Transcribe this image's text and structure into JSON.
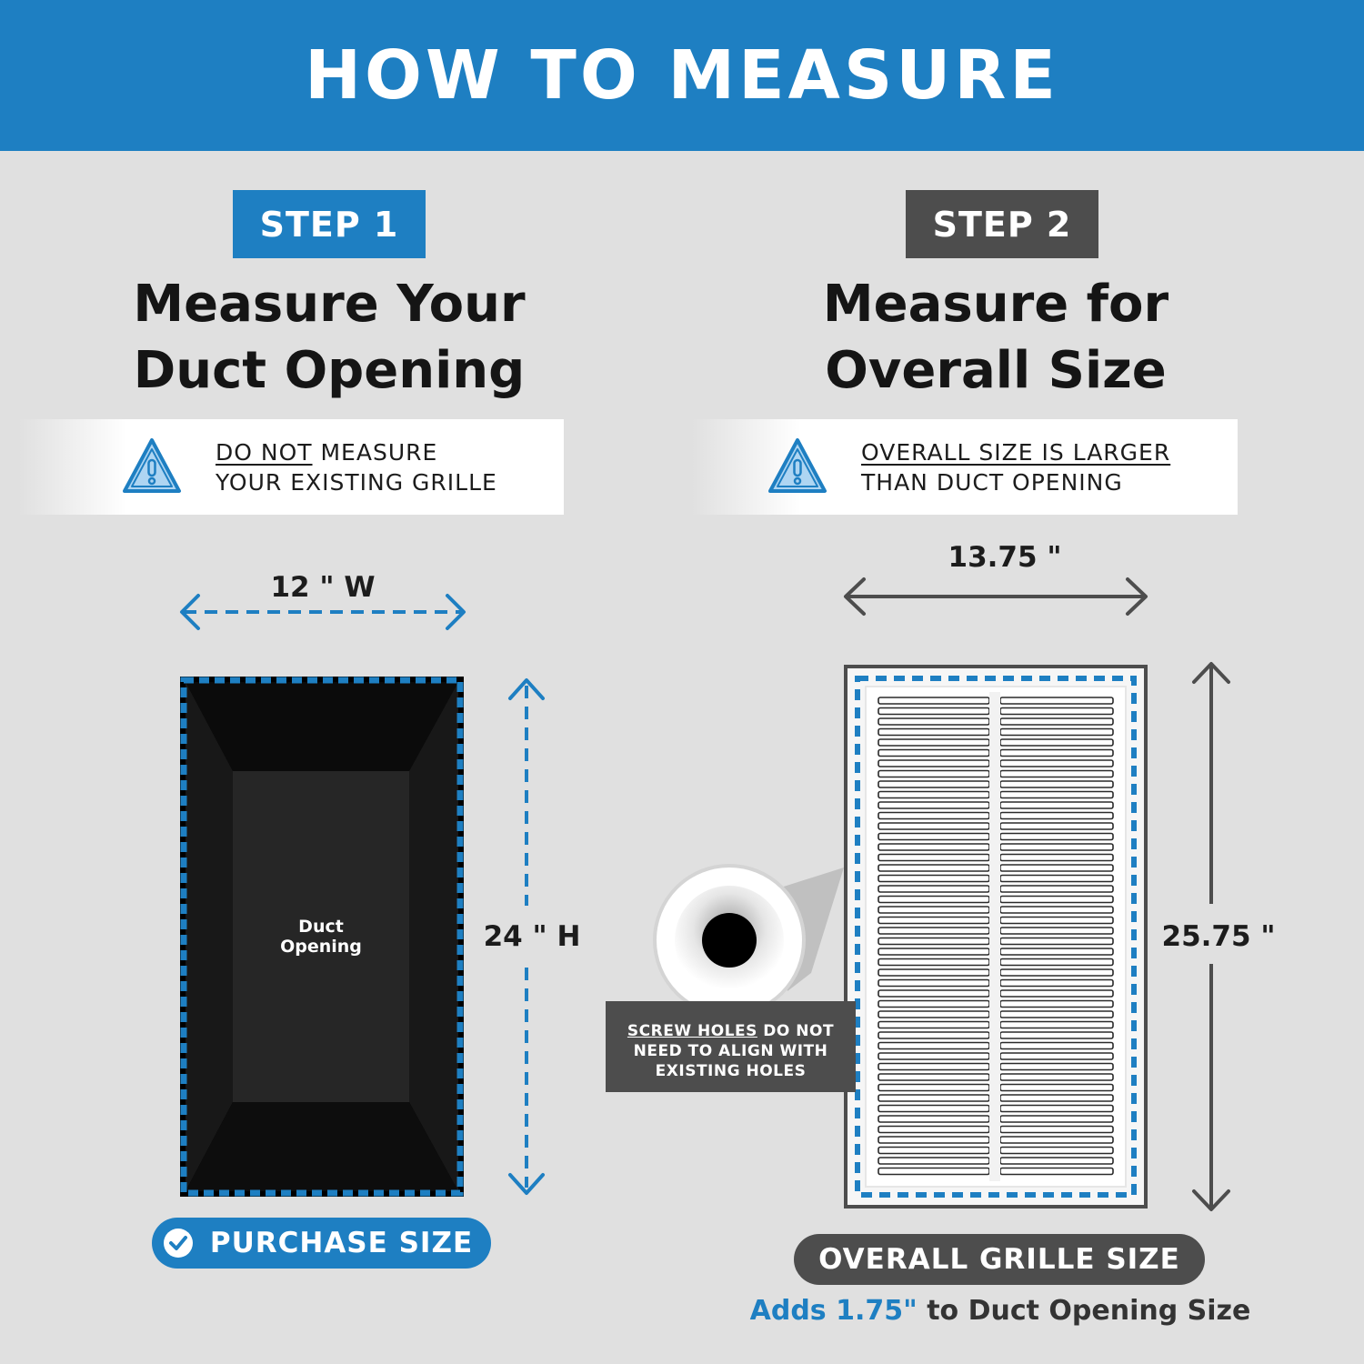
{
  "header": {
    "title": "HOW TO MEASURE"
  },
  "step1": {
    "badge": "STEP 1",
    "title_line1": "Measure Your",
    "title_line2": "Duct Opening",
    "warning_emphasis": "DO NOT",
    "warning_rest": " MEASURE",
    "warning_line2": "YOUR EXISTING GRILLE",
    "width_label": "12 \" W",
    "height_label": "24 \" H",
    "duct_label_line1": "Duct",
    "duct_label_line2": "Opening",
    "purchase_label": "PURCHASE SIZE"
  },
  "step2": {
    "badge": "STEP 2",
    "title_line1": "Measure for",
    "title_line2": "Overall Size",
    "warning_line1": "OVERALL SIZE IS LARGER",
    "warning_line2": "THAN DUCT OPENING",
    "width_label": "13.75 \"",
    "height_label": "25.75 \"",
    "callout_emphasis": "SCREW HOLES",
    "callout_rest": " DO NOT",
    "callout_line2": "NEED TO ALIGN WITH",
    "callout_line3": "EXISTING HOLES",
    "grille_label": "OVERALL GRILLE SIZE",
    "adds_value": "Adds 1.75\"",
    "adds_rest": " to Duct Opening Size"
  },
  "colors": {
    "brand_blue": "#1e7fc2",
    "dark_gray": "#4d4d4d",
    "background": "#e0e0e0"
  },
  "icons": {
    "warning": "warning-triangle-icon",
    "check": "check-circle-icon",
    "arrow": "double-arrow-icon"
  }
}
